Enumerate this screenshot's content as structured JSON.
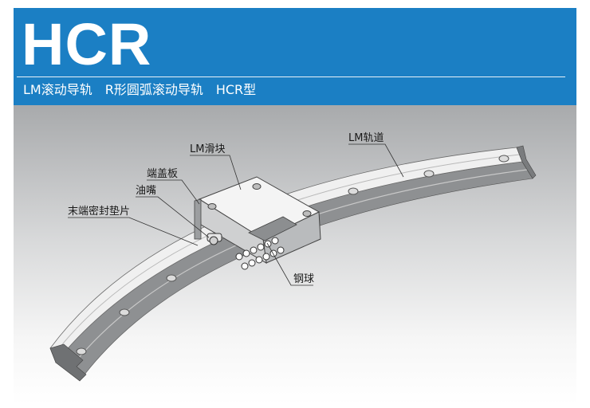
{
  "header": {
    "title": "HCR",
    "subtitle": "LM滚动导轨　R形圆弧滚动导轨　HCR型"
  },
  "labels": {
    "rail": "LM轨道",
    "block": "LM滑块",
    "end_plate": "端盖板",
    "grease_nipple": "油嘴",
    "end_seal": "末端密封垫片",
    "balls": "钢球"
  },
  "colors": {
    "header_bg": "#1b7fc4",
    "header_text": "#ffffff"
  }
}
